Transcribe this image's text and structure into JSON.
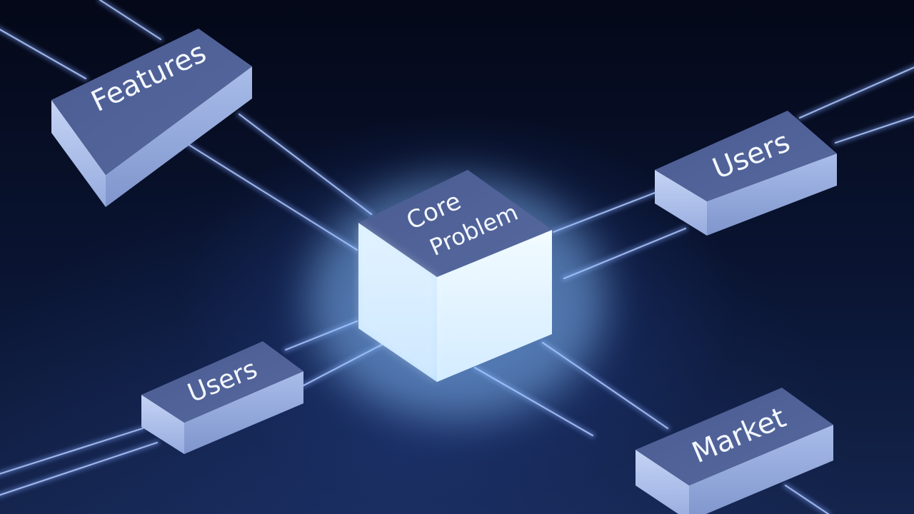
{
  "blocks": {
    "core": {
      "line1": "Core",
      "line2": "Problem"
    },
    "features": {
      "label": "Features"
    },
    "users_right": {
      "label": "Users"
    },
    "users_left": {
      "label": "Users"
    },
    "market": {
      "label": "Market"
    }
  },
  "colors": {
    "background": "#050b1c",
    "block_top": "#4d5f95",
    "block_side": "#b9cbf2",
    "core_glow": "#e6f4ff",
    "connector": "#8fa9e8"
  }
}
